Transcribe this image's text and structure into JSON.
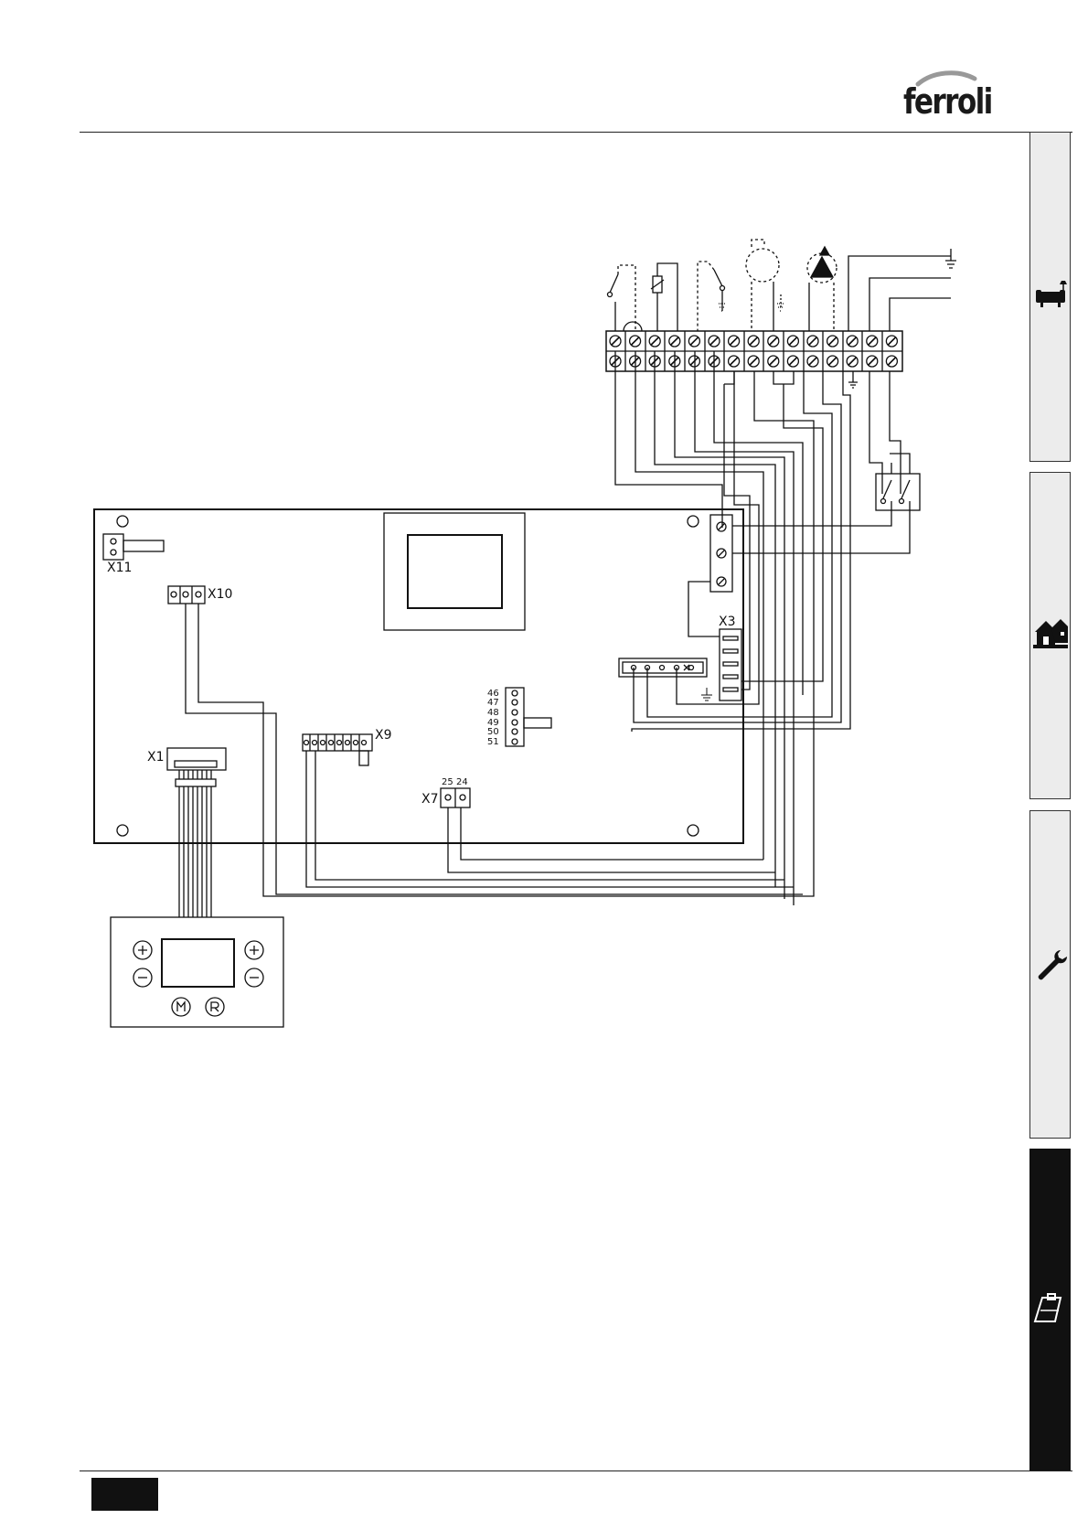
{
  "brand": {
    "name": "ferroli"
  },
  "tabs": [
    {
      "icon": "armchair-icon",
      "active": false
    },
    {
      "icon": "house-icon",
      "active": false
    },
    {
      "icon": "wrench-icon",
      "active": false
    },
    {
      "icon": "clipboard-icon",
      "active": true
    }
  ],
  "connectors": {
    "x11": "X11",
    "x10": "X10",
    "x1": "X1",
    "x9": "X9",
    "x3": "X3",
    "x7": "X7",
    "x7_pin_a": "25",
    "x7_pin_b": "24",
    "pin_labels": [
      "46",
      "47",
      "48",
      "49",
      "50",
      "51"
    ]
  },
  "colors": {
    "line": "#111111",
    "active_tab": "#111111",
    "tab": "#ececec"
  }
}
